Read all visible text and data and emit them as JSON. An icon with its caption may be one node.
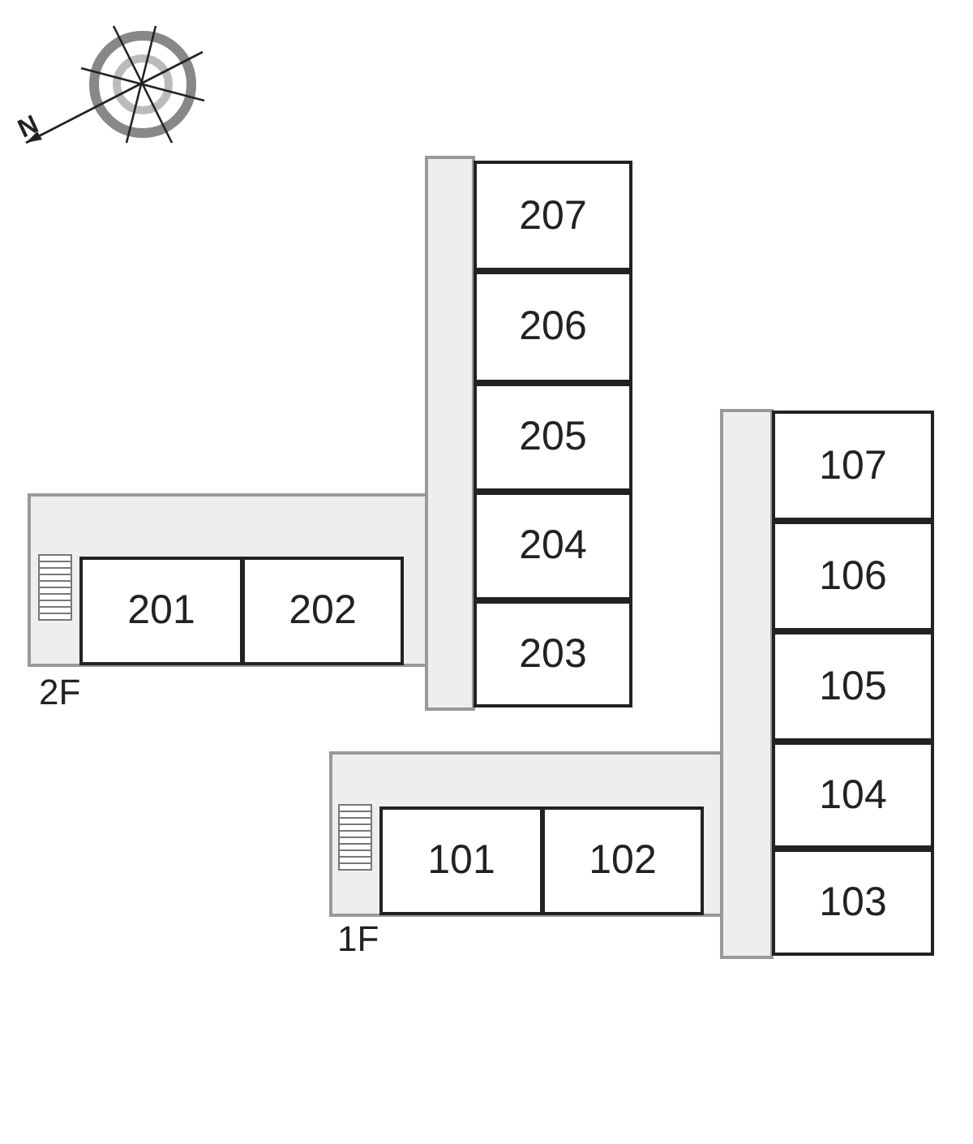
{
  "diagram": {
    "nodes": [
      {
        "text": [
          "207"
        ]
      },
      {
        "text": [
          "206"
        ]
      },
      {
        "text": [
          "205"
        ]
      },
      {
        "text": [
          "204"
        ]
      },
      {
        "text": [
          "201"
        ]
      },
      {
        "text": [
          "202"
        ]
      },
      {
        "text": [
          "203"
        ]
      },
      {
        "text": [
          "107"
        ]
      },
      {
        "text": [
          "106"
        ]
      },
      {
        "text": [
          "105"
        ]
      },
      {
        "text": [
          "104"
        ]
      },
      {
        "text": [
          "101"
        ]
      },
      {
        "text": [
          "102"
        ]
      },
      {
        "text": [
          "103"
        ]
      }
    ],
    "edges": [],
    "labels": [
      "N",
      "2F",
      "1F"
    ]
  }
}
